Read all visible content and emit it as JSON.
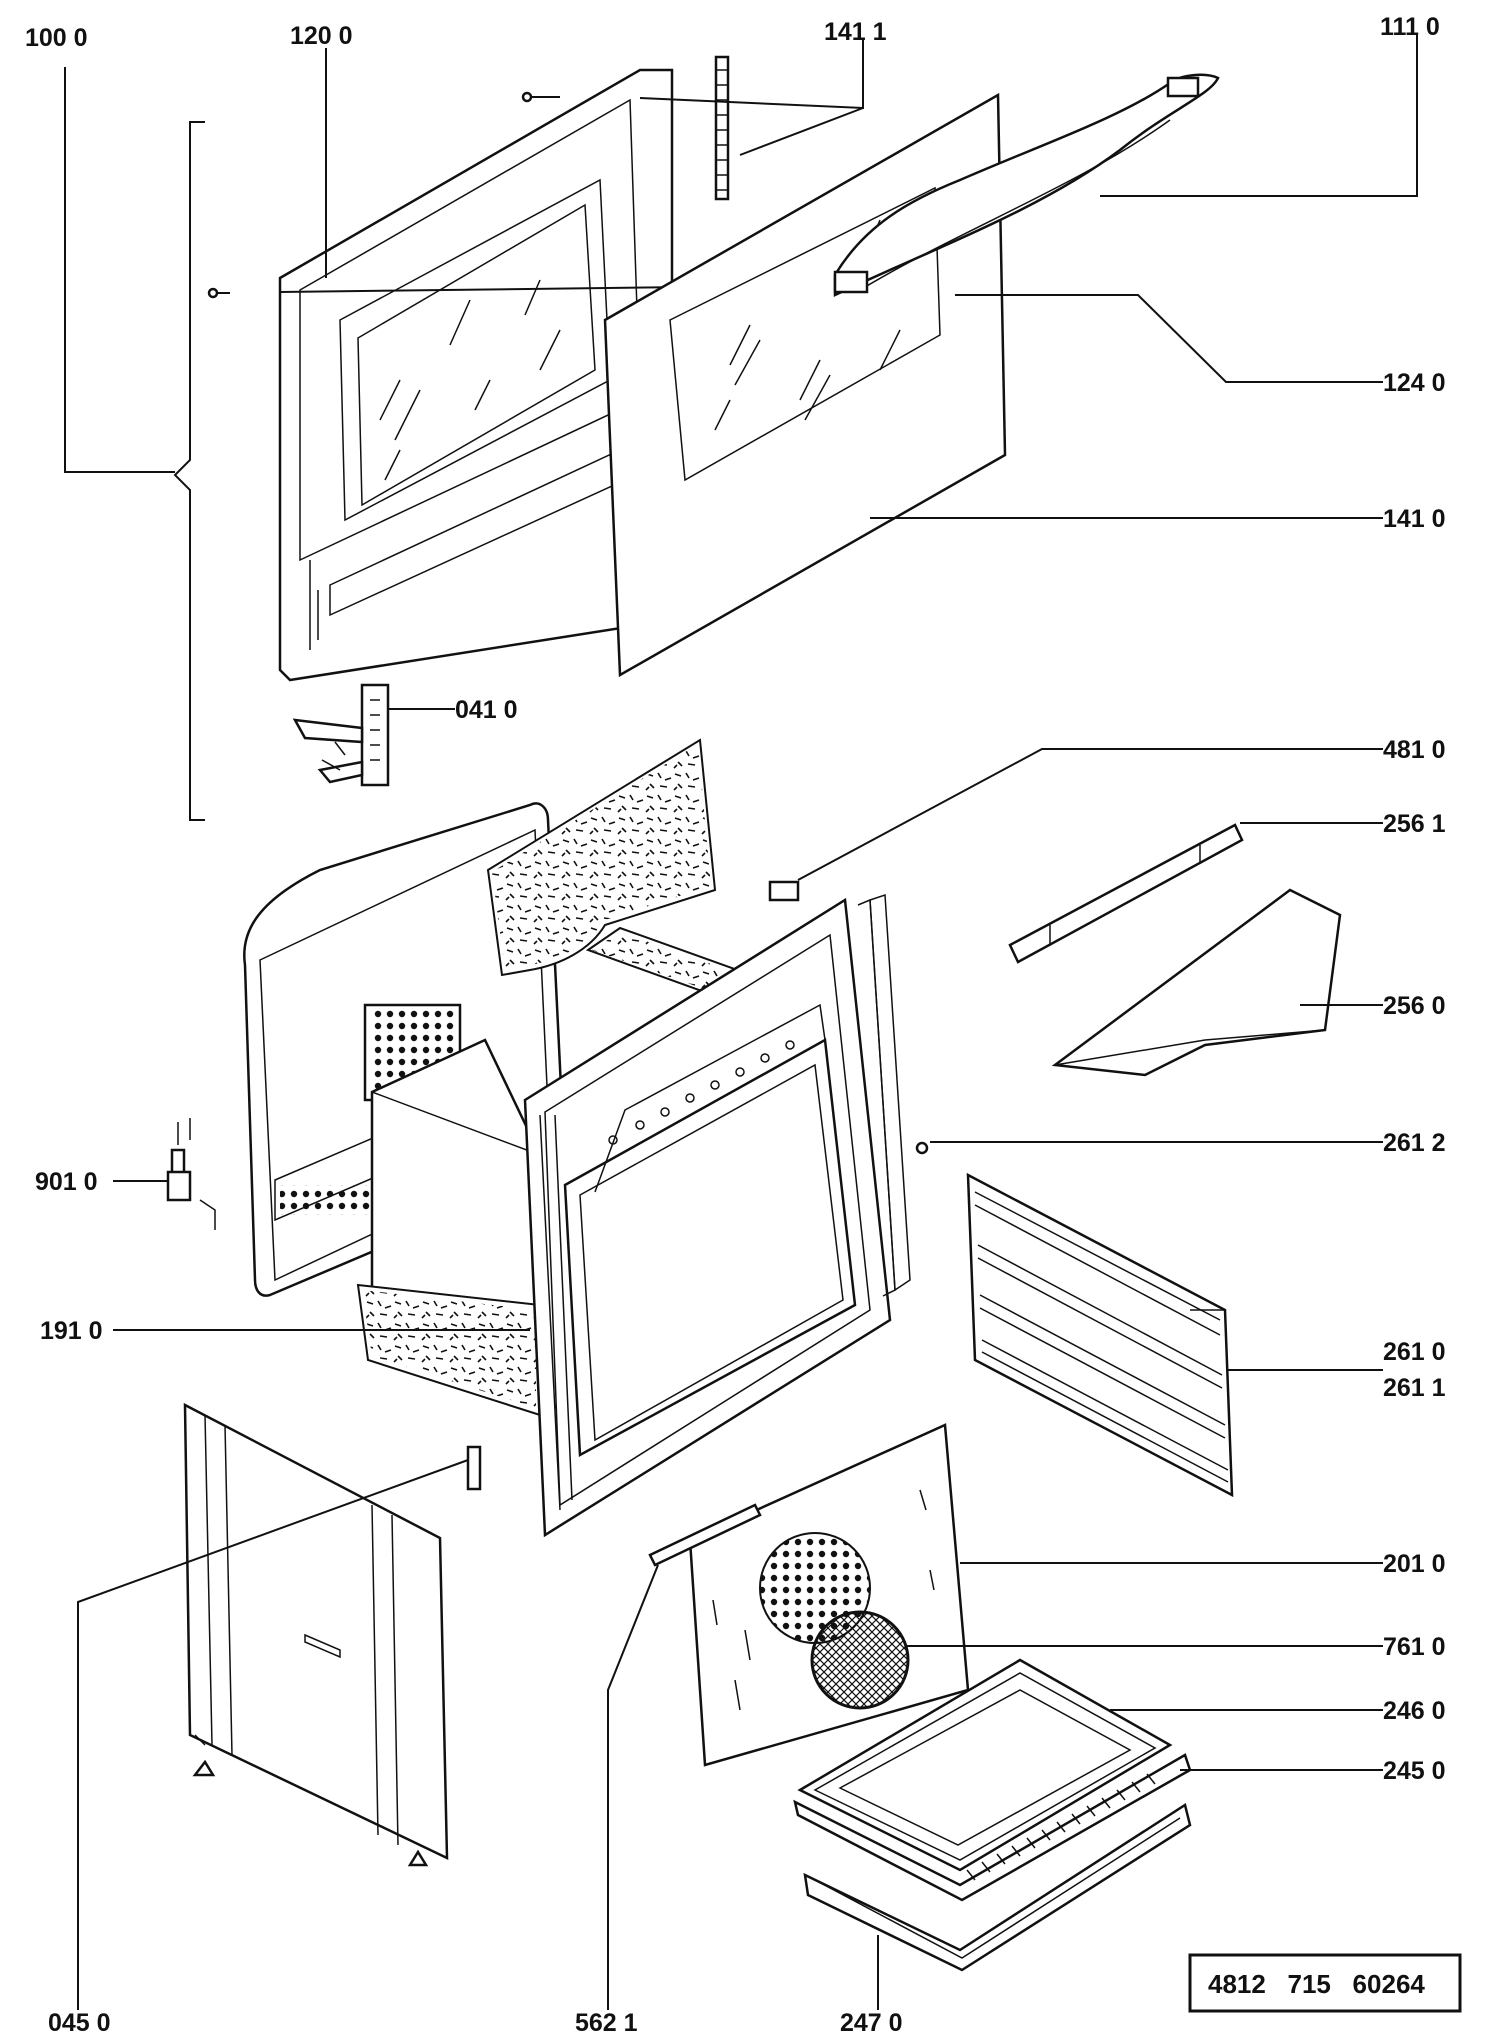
{
  "document_number": "4812   715   60264",
  "labels": {
    "l1000": "100 0",
    "l1200": "120  0",
    "l1411": "141 1",
    "l1110": "111 0",
    "l1240": "124 0",
    "l1410": "141 0",
    "l0410": "041 0",
    "l4810": "481 0",
    "l2561": "256 1",
    "l2560": "256 0",
    "l2612": "261 2",
    "l9010": "901 0",
    "l1910": "191 0",
    "l2610": "261 0",
    "l2611": "261 1",
    "l2010": "201 0",
    "l7610": "761 0",
    "l2460": "246 0",
    "l2450": "245 0",
    "l0450": "045 0",
    "l5621": "562 1",
    "l2470": "247  0"
  }
}
